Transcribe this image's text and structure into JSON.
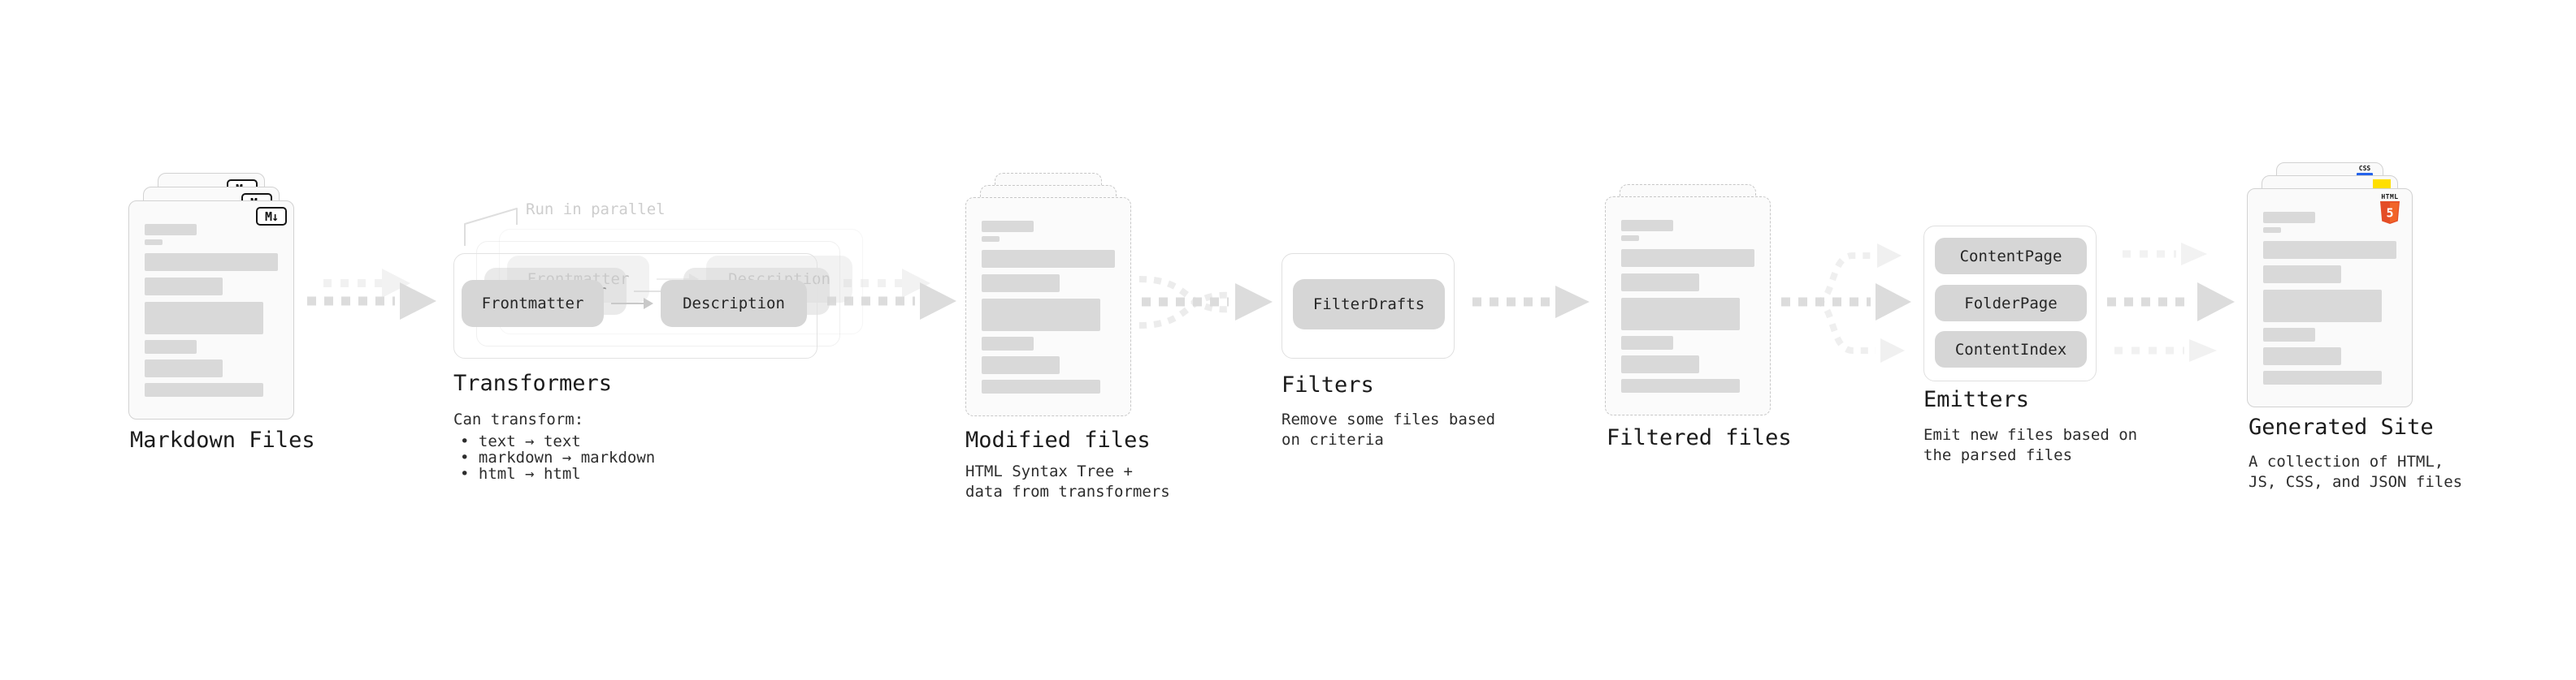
{
  "diagram": {
    "markdown_files": {
      "title": "Markdown Files",
      "badge": "M↓"
    },
    "transformers": {
      "annotation": "Run in parallel",
      "pill_from": "Frontmatter",
      "pill_to": "Description",
      "title": "Transformers",
      "lead": "Can transform:",
      "bullets": [
        "• text → text",
        "• markdown → markdown",
        "• html → html"
      ]
    },
    "modified_files": {
      "title": "Modified files",
      "description_lines": [
        "HTML Syntax Tree +",
        "data from transformers"
      ]
    },
    "filters": {
      "pill": "FilterDrafts",
      "title": "Filters",
      "description_lines": [
        "Remove some files based",
        "on criteria"
      ]
    },
    "filtered_files": {
      "title": "Filtered files"
    },
    "emitters": {
      "pills": [
        "ContentPage",
        "FolderPage",
        "ContentIndex"
      ],
      "title": "Emitters",
      "description_lines": [
        "Emit new files based on",
        "the parsed files"
      ]
    },
    "generated_site": {
      "title": "Generated Site",
      "description_lines": [
        "A collection of HTML,",
        "JS, CSS, and JSON files"
      ],
      "css_label": "CSS",
      "html_label": "HTML",
      "html_badge": "5"
    }
  },
  "colors": {
    "html5_orange": "#e44d26",
    "html5_orange_light": "#f16529",
    "css_blue": "#2563eb",
    "js_yellow": "#ffdf00",
    "arrow_main": "#dcdcdc",
    "arrow_faint": "#f0f0f0"
  }
}
